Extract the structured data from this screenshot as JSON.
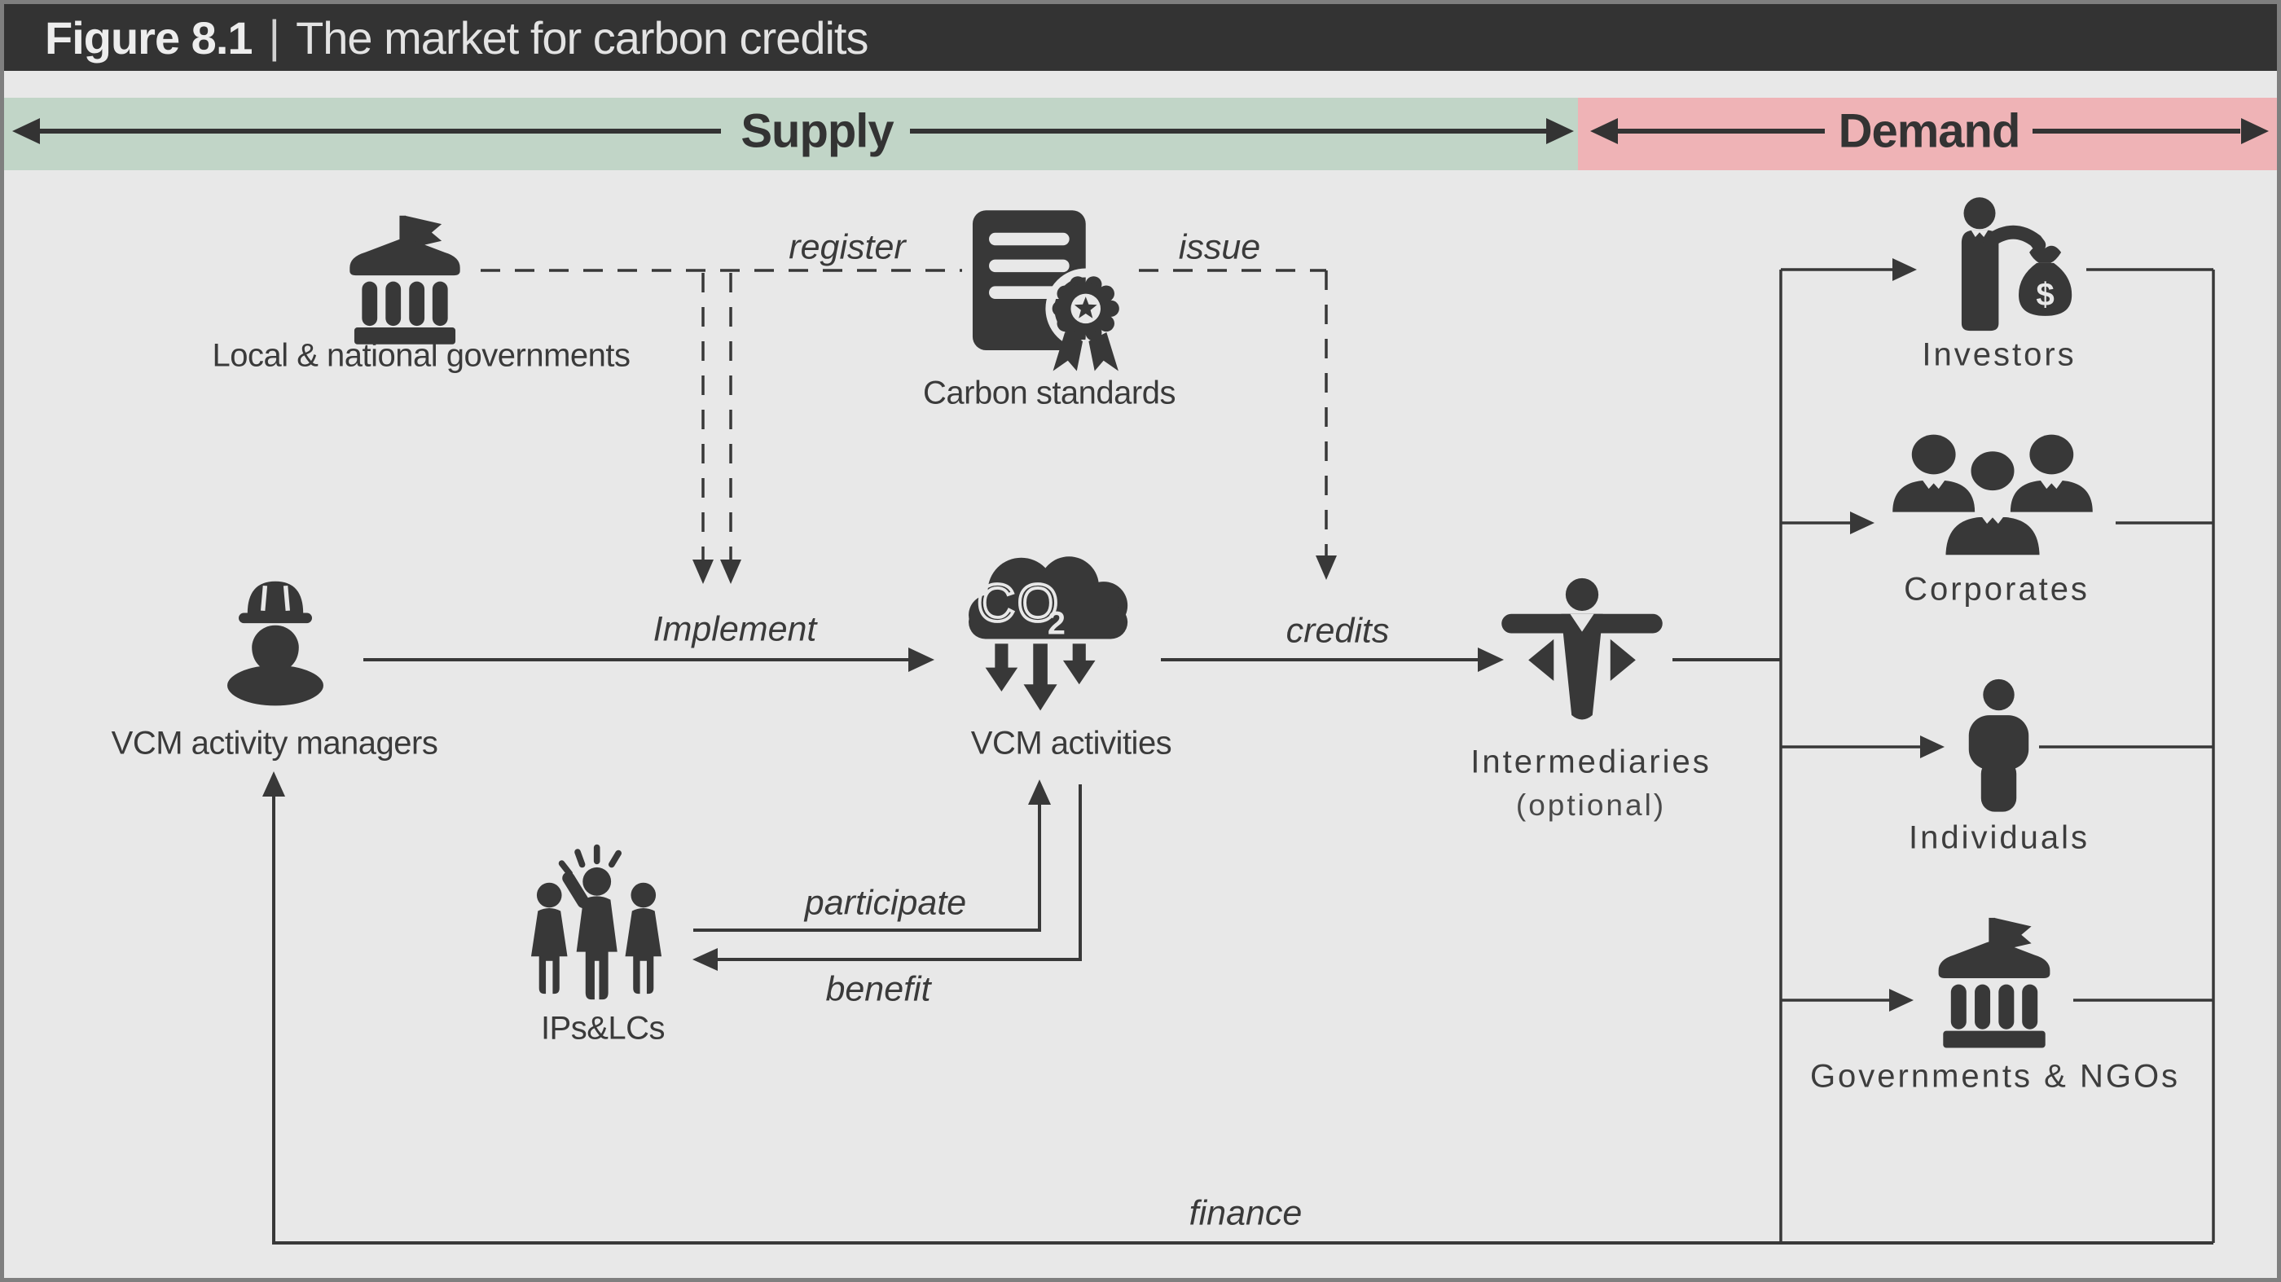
{
  "title": {
    "figure": "Figure 8.1",
    "separator": "|",
    "text": "The market for carbon credits"
  },
  "bands": {
    "supply": "Supply",
    "demand": "Demand"
  },
  "nodes": {
    "governments": "Local & national governments",
    "carbonStandards": "Carbon standards",
    "vcmManagers": "VCM activity managers",
    "vcmActivities": "VCM activities",
    "intermediaries": "Intermediaries",
    "intermediariesNote": "(optional)",
    "ipsLcs": "IPs&LCs",
    "investors": "Investors",
    "corporates": "Corporates",
    "individuals": "Individuals",
    "govsNgos": "Governments & NGOs"
  },
  "flows": {
    "register": "register",
    "issue": "issue",
    "implement": "Implement",
    "credits": "credits",
    "participate": "participate",
    "benefit": "benefit",
    "finance": "finance"
  },
  "icons": {
    "co2Main": "CO",
    "co2Sub": "2",
    "moneySymbol": "$"
  },
  "colors": {
    "background": "#e8e8e8",
    "ink": "#383838",
    "titleBar": "#333333",
    "titleText": "#ededed",
    "supplyBand": "#c1d5c7",
    "demandBand": "#efb3b6",
    "frame": "#7f7f7f"
  }
}
